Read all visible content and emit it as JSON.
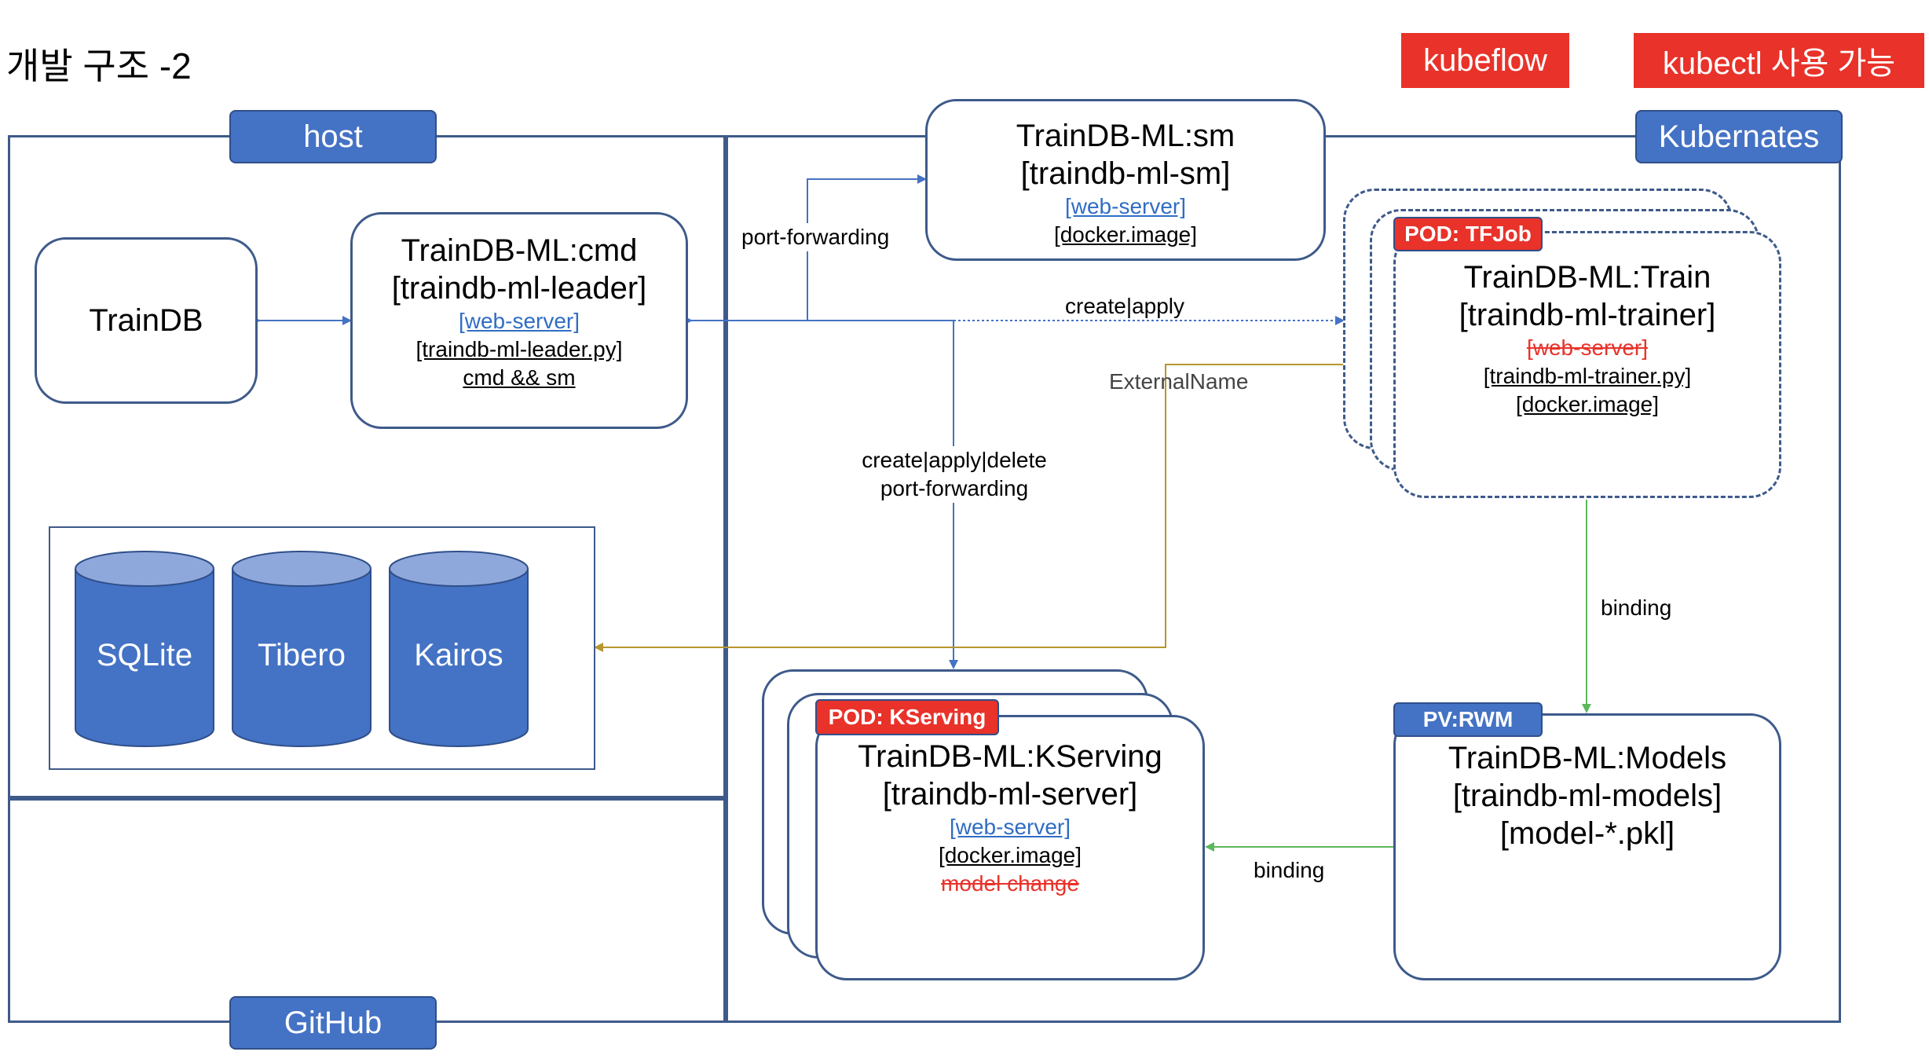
{
  "page": {
    "title": "개발 구조 -2"
  },
  "tags": {
    "kubeflow": "kubeflow",
    "kubectl": "kubectl 사용 가능"
  },
  "regions": {
    "host": "host",
    "kubernetes": "Kubernates",
    "github": "GitHub"
  },
  "nodes": {
    "traindb": {
      "title": "TrainDB"
    },
    "cmd": {
      "title": "TrainDB-ML:cmd",
      "subtitle": "[traindb-ml-leader]",
      "line1": "[web-server]",
      "line2": "[traindb-ml-leader.py]",
      "line3": "cmd && sm"
    },
    "sm": {
      "title": "TrainDB-ML:sm",
      "subtitle": "[traindb-ml-sm]",
      "line1": "[web-server]",
      "line2": "[docker.image]"
    },
    "train": {
      "tag": "POD: TFJob",
      "title": "TrainDB-ML:Train",
      "subtitle": "[traindb-ml-trainer]",
      "line1": "[web-server]",
      "line2": "[traindb-ml-trainer.py]",
      "line3": "[docker.image]"
    },
    "kserving": {
      "tag": "POD: KServing",
      "title": "TrainDB-ML:KServing",
      "subtitle": "[traindb-ml-server]",
      "line1": "[web-server]",
      "line2": "[docker.image]",
      "line3": "model change"
    },
    "models": {
      "tag": "PV:RWM",
      "title": "TrainDB-ML:Models",
      "subtitle": "[traindb-ml-models]",
      "line1": "[model-*.pkl]"
    }
  },
  "databases": [
    {
      "name": "SQLite"
    },
    {
      "name": "Tibero"
    },
    {
      "name": "Kairos"
    }
  ],
  "edges": {
    "port_forwarding": "port-forwarding",
    "create_apply": "create|apply",
    "external_name": "ExternalName",
    "create_apply_delete": "create|apply|delete",
    "port_forwarding_2": "port-forwarding",
    "binding_1": "binding",
    "binding_2": "binding"
  },
  "colors": {
    "blue": "#4472c4",
    "red": "#e8322a",
    "gold": "#b8962e",
    "green": "#5cb85c",
    "frame": "#3e5a8a",
    "link": "#2f6dc4"
  }
}
